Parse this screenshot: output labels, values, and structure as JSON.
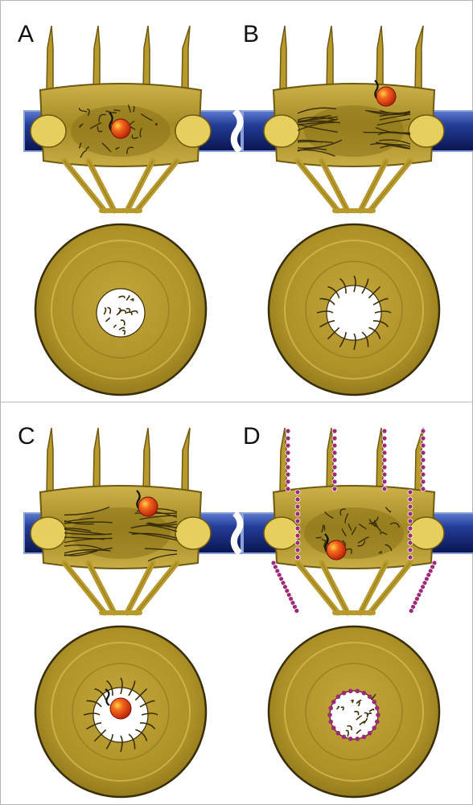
{
  "figure": {
    "panels": [
      {
        "id": "A",
        "label": "A",
        "cargo": "center",
        "filaments": "tangled",
        "dotted": false
      },
      {
        "id": "B",
        "label": "B",
        "cargo": "top-right",
        "filaments": "radial",
        "dotted": false
      },
      {
        "id": "C",
        "label": "C",
        "cargo": "upper-right",
        "filaments": "radial",
        "dotted": false
      },
      {
        "id": "D",
        "label": "D",
        "cargo": "lower-left",
        "filaments": "tangled",
        "dotted": true
      }
    ]
  },
  "colors": {
    "gold": "#b89a2c",
    "gold_dark": "#6e5a10",
    "gold_light": "#e6cf5c",
    "membrane_dark": "#0d1a55",
    "membrane": "#28429a",
    "membrane_edge": "#8aa0d8",
    "cargo": "#e03a10",
    "dot": "#a0287a",
    "border": "#b5b5b5"
  }
}
